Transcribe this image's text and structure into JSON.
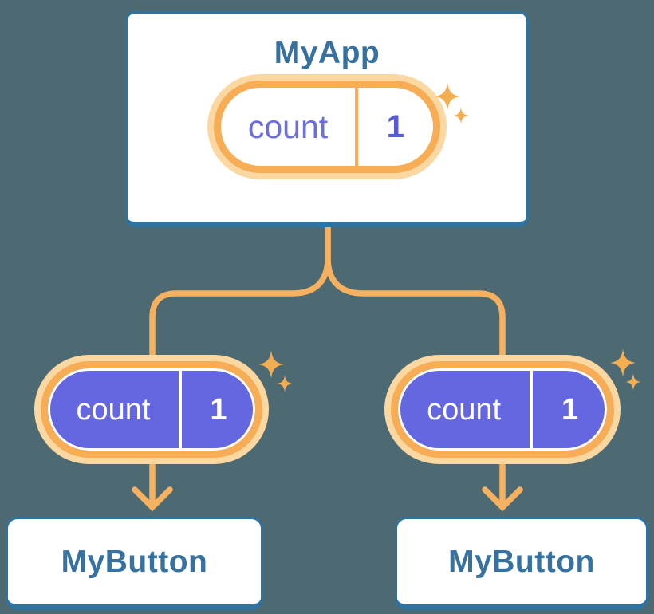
{
  "diagram_title": "component-state-tree",
  "tree": {
    "root": {
      "title": "MyApp",
      "state": {
        "label": "count",
        "value": "1"
      }
    },
    "children": [
      {
        "title": "MyButton",
        "state": {
          "label": "count",
          "value": "1"
        }
      },
      {
        "title": "MyButton",
        "state": {
          "label": "count",
          "value": "1"
        }
      }
    ]
  },
  "icons": {
    "sparkle": "sparkle-icon",
    "arrow": "arrow-down-icon"
  },
  "colors": {
    "background": "#4d6a72",
    "card_border": "#2f73a1",
    "card_title": "#37719f",
    "pill_ring": "#f6ad55",
    "pill_halo": "#fbd8a2",
    "connector": "#f5b160",
    "sparkle": "#f4ae52",
    "state_fill": "#6467e0",
    "state_text_on_white": "#6b6edb",
    "state_value_on_white": "#585cd3"
  }
}
